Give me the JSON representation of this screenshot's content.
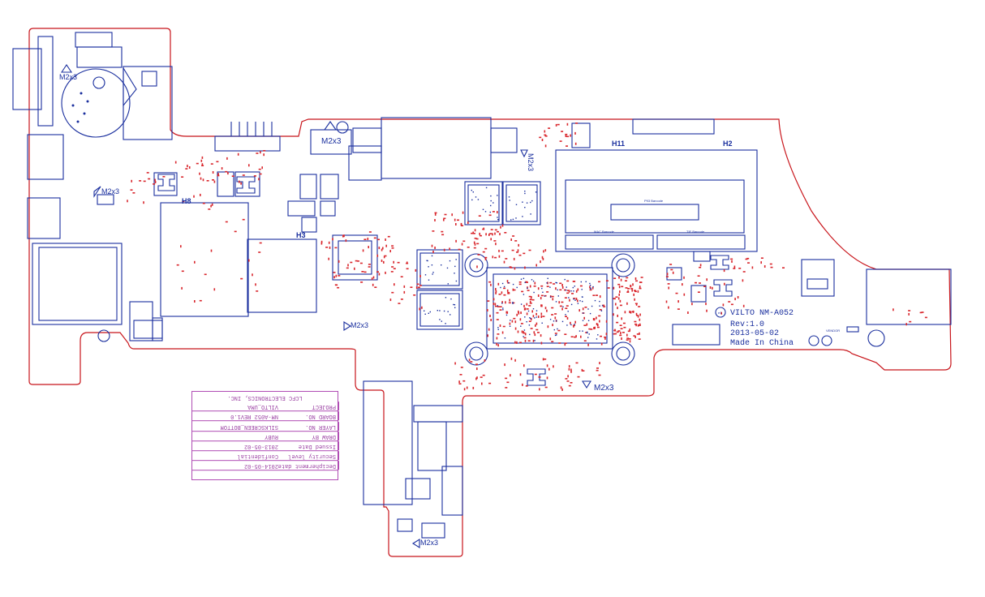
{
  "colors": {
    "outline": "#c8151b",
    "parts": "#1a2f9e",
    "smd": "#d9262c",
    "title_block": "#b04cb4"
  },
  "mount_labels": {
    "m1": "M2x3",
    "m2": "M2x3",
    "m3": "M2x3",
    "m4": "M2x3",
    "m5": "M2x3",
    "m6": "M2x3",
    "m7": "M2x3"
  },
  "hole_labels": {
    "h11": "H11",
    "h2": "H2",
    "h8": "H8",
    "h3": "H3"
  },
  "board_info": {
    "name": "VILTO NM-A052",
    "rev": "Rev:1.0",
    "date": "2013-05-02",
    "origin": "Made In China"
  },
  "dimm_labels": {
    "p93": "P93 Barcode",
    "mac": "MAC Barcode",
    "tie": "TIE Barcode"
  },
  "vendor_label": "VENDOR",
  "title_block": {
    "header": "LCFC ELECTRONICS, INC.",
    "rows": [
      {
        "key": "PROJECT",
        "value": "VILTO_UMA"
      },
      {
        "key": "BOARD NO.",
        "value": "NM-A052  REV1.0"
      },
      {
        "key": "LAYER NO.",
        "value": "SILKSCREEN_BOTTOM"
      },
      {
        "key": "DRAW BY",
        "value": "RUBY"
      },
      {
        "key": "Issued  Date",
        "value": "2013-05-02"
      },
      {
        "key": "Security level",
        "value": "Confidential"
      },
      {
        "key": "Decipherment date",
        "value": "2014-05-02"
      }
    ]
  }
}
